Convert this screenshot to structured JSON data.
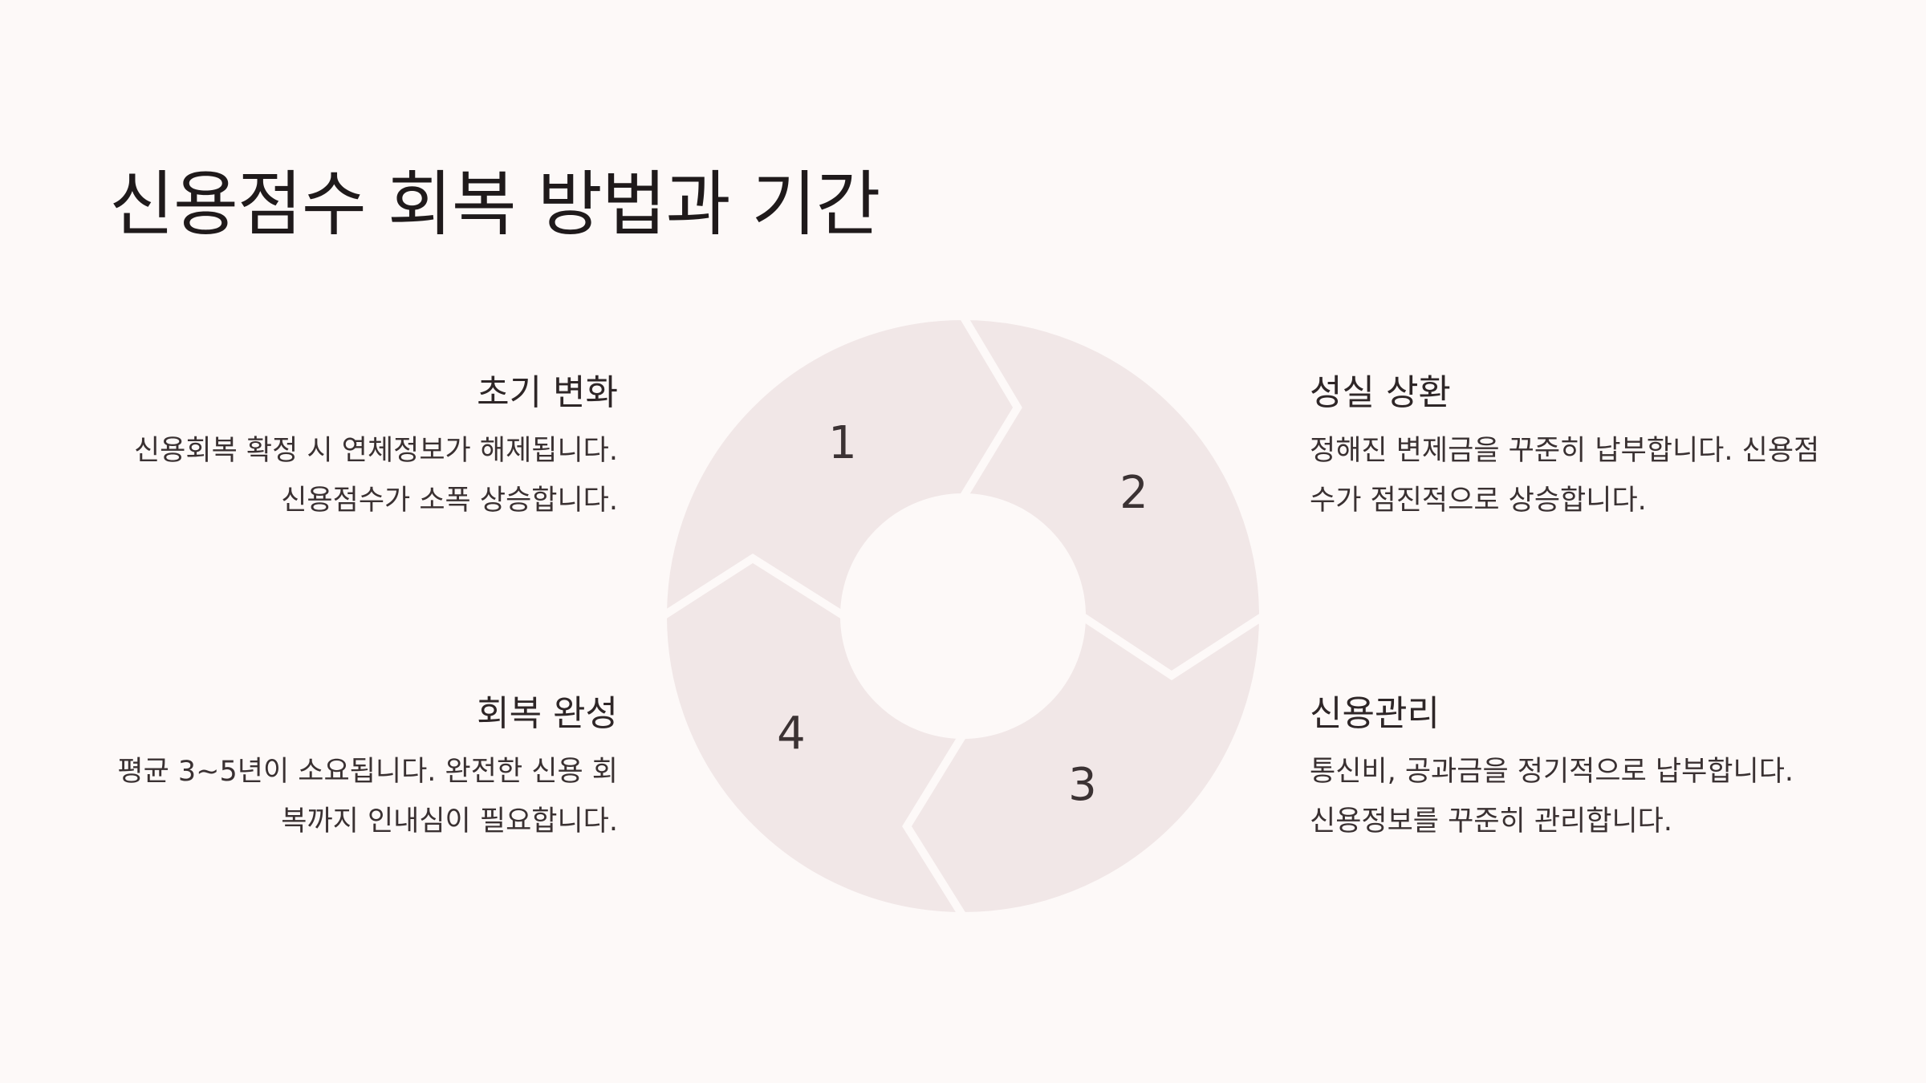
{
  "title": "신용점수 회복 방법과 기간",
  "steps": [
    {
      "number": "1",
      "heading": "초기 변화",
      "text": "신용회복 확정 시 연체정보가 해제됩니다. 신용점수가 소폭 상승합니다."
    },
    {
      "number": "2",
      "heading": "성실 상환",
      "text": "정해진 변제금을 꾸준히 납부합니다. 신용점수가 점진적으로 상승합니다."
    },
    {
      "number": "3",
      "heading": "신용관리",
      "text": "통신비, 공과금을 정기적으로 납부합니다. 신용정보를 꾸준히 관리합니다."
    },
    {
      "number": "4",
      "heading": "회복 완성",
      "text": "평균 3~5년이 소요됩니다. 완전한 신용 회복까지 인내심이 필요합니다."
    }
  ],
  "colors": {
    "background": "#fdf9f8",
    "segment": "#f1e7e7",
    "text": "#2a2324"
  }
}
